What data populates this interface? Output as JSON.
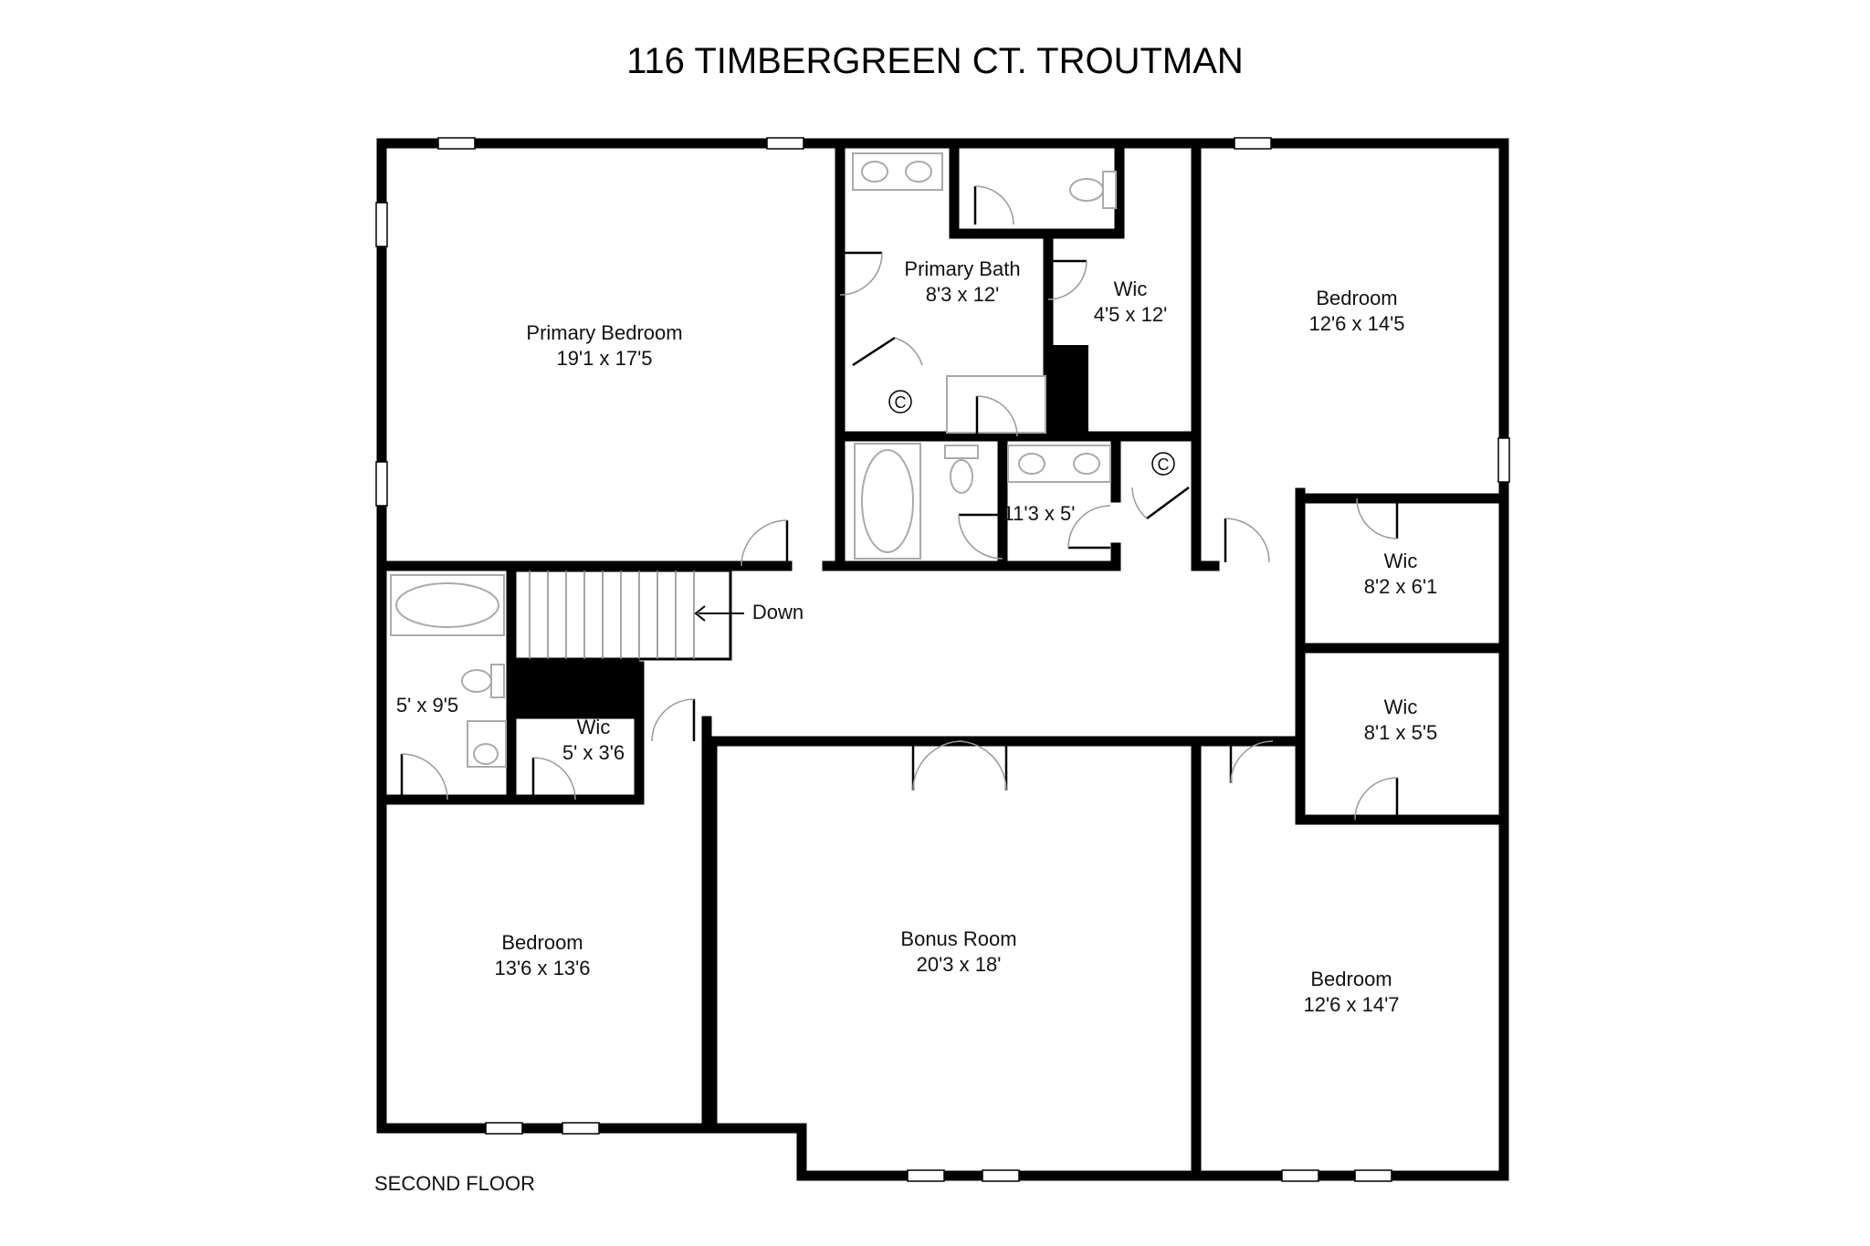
{
  "title": "116 TIMBERGREEN CT. TROUTMAN",
  "floor_label": "SECOND FLOOR",
  "stair_label": "Down",
  "rooms": {
    "primary_bedroom": {
      "name": "Primary Bedroom",
      "size": "19'1 x 17'5"
    },
    "primary_bath": {
      "name": "Primary Bath",
      "size": "8'3 x 12'"
    },
    "wic_primary": {
      "name": "Wic",
      "size": "4'5 x 12'"
    },
    "bedroom_ne": {
      "name": "Bedroom",
      "size": "12'6 x 14'5"
    },
    "hall_bath": {
      "size": "11'3 x 5'"
    },
    "wic_east_upper": {
      "name": "Wic",
      "size": "8'2 x 6'1"
    },
    "wic_east_lower": {
      "name": "Wic",
      "size": "8'1 x 5'5"
    },
    "bath_west": {
      "size": "5' x 9'5"
    },
    "wic_west": {
      "name": "Wic",
      "size": "5' x 3'6"
    },
    "bedroom_sw": {
      "name": "Bedroom",
      "size": "13'6 x 13'6"
    },
    "bonus_room": {
      "name": "Bonus Room",
      "size": "20'3 x 18'"
    },
    "bedroom_se": {
      "name": "Bedroom",
      "size": "12'6 x 14'7"
    }
  },
  "closet_labels": [
    "C",
    "C"
  ]
}
